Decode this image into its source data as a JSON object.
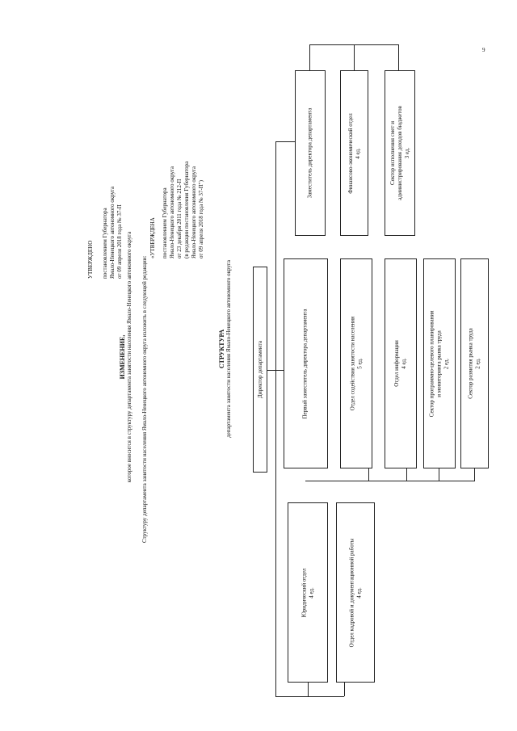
{
  "page_number": "9",
  "approval_top": {
    "heading": "УТВЕРЖДЕНО",
    "lines": [
      "постановлением Губернатора",
      "Ямало-Ненецкого автономного округа",
      "от 09 апреля 2018 года № 37-П"
    ]
  },
  "changes": {
    "title": "ИЗМЕНЕНИЕ,",
    "subtitle": "которое вносится в структуру департамента занятости населения Ямало-Ненецкого автономного округа",
    "intro": "Структуру департамента занятости населения Ямало-Ненецкого автономного округа изложить в следующей редакции:"
  },
  "approval_quoted": {
    "heading": "«УТВЕРЖДЕНА",
    "lines": [
      "постановлением Губернатора",
      "Ямало-Ненецкого автономного округа",
      "от 23 декабря 2011 года № 212-П",
      "(в редакции постановления Губернатора",
      "Ямало-Ненецкого автономного округа",
      "от 09 апреля 2018 года № 37-П\")"
    ]
  },
  "structure": {
    "title": "СТРУКТУРА",
    "subtitle": "департамента занятости населения Ямало-Ненецкого автономного округа"
  },
  "org": {
    "director": "Директор департамента",
    "deputy": "Заместитель директора департамента",
    "first_deputy": "Первый заместитель директора департамента",
    "financial": [
      "Финансово-экономический отдел",
      "4 ед."
    ],
    "budget_sector": [
      "Сектор исполнения смет и",
      "администрирования доходов бюджетов",
      "3 ед."
    ],
    "employment": [
      "Отдел содействия занятости населения",
      "5 ед."
    ],
    "information": [
      "Отдел информации",
      "4 ед."
    ],
    "planning_sector": [
      "Сектор программно-целевого планирования",
      "и мониторинга рынка труда",
      "2 ед."
    ],
    "labor_market_sector": [
      "Сектор развития рынка труда",
      "2 ед."
    ],
    "legal": [
      "Юридический отдел",
      "4 ед."
    ],
    "hr": [
      "Отдел кадровой и документационной работы",
      "4 ед."
    ]
  }
}
